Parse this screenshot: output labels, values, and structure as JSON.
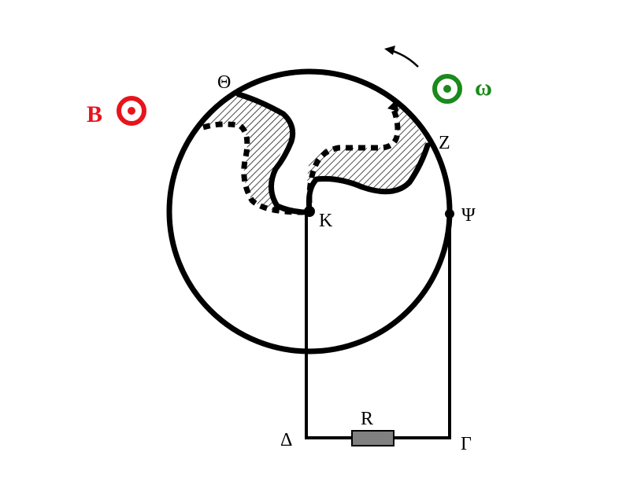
{
  "labels": {
    "theta": "Θ",
    "z": "Z",
    "k": "K",
    "psi": "Ψ",
    "delta": "Δ",
    "gamma": "Γ",
    "r": "R",
    "b": "B",
    "omega": "ω"
  },
  "colors": {
    "b_field": "#e8141c",
    "omega": "#1a8a1a",
    "resistor": "#808080",
    "ink": "#000000"
  },
  "icons": {
    "b_symbol": "out-of-page-icon",
    "omega_symbol": "out-of-page-icon",
    "rotation": "curved-arrow-icon"
  }
}
